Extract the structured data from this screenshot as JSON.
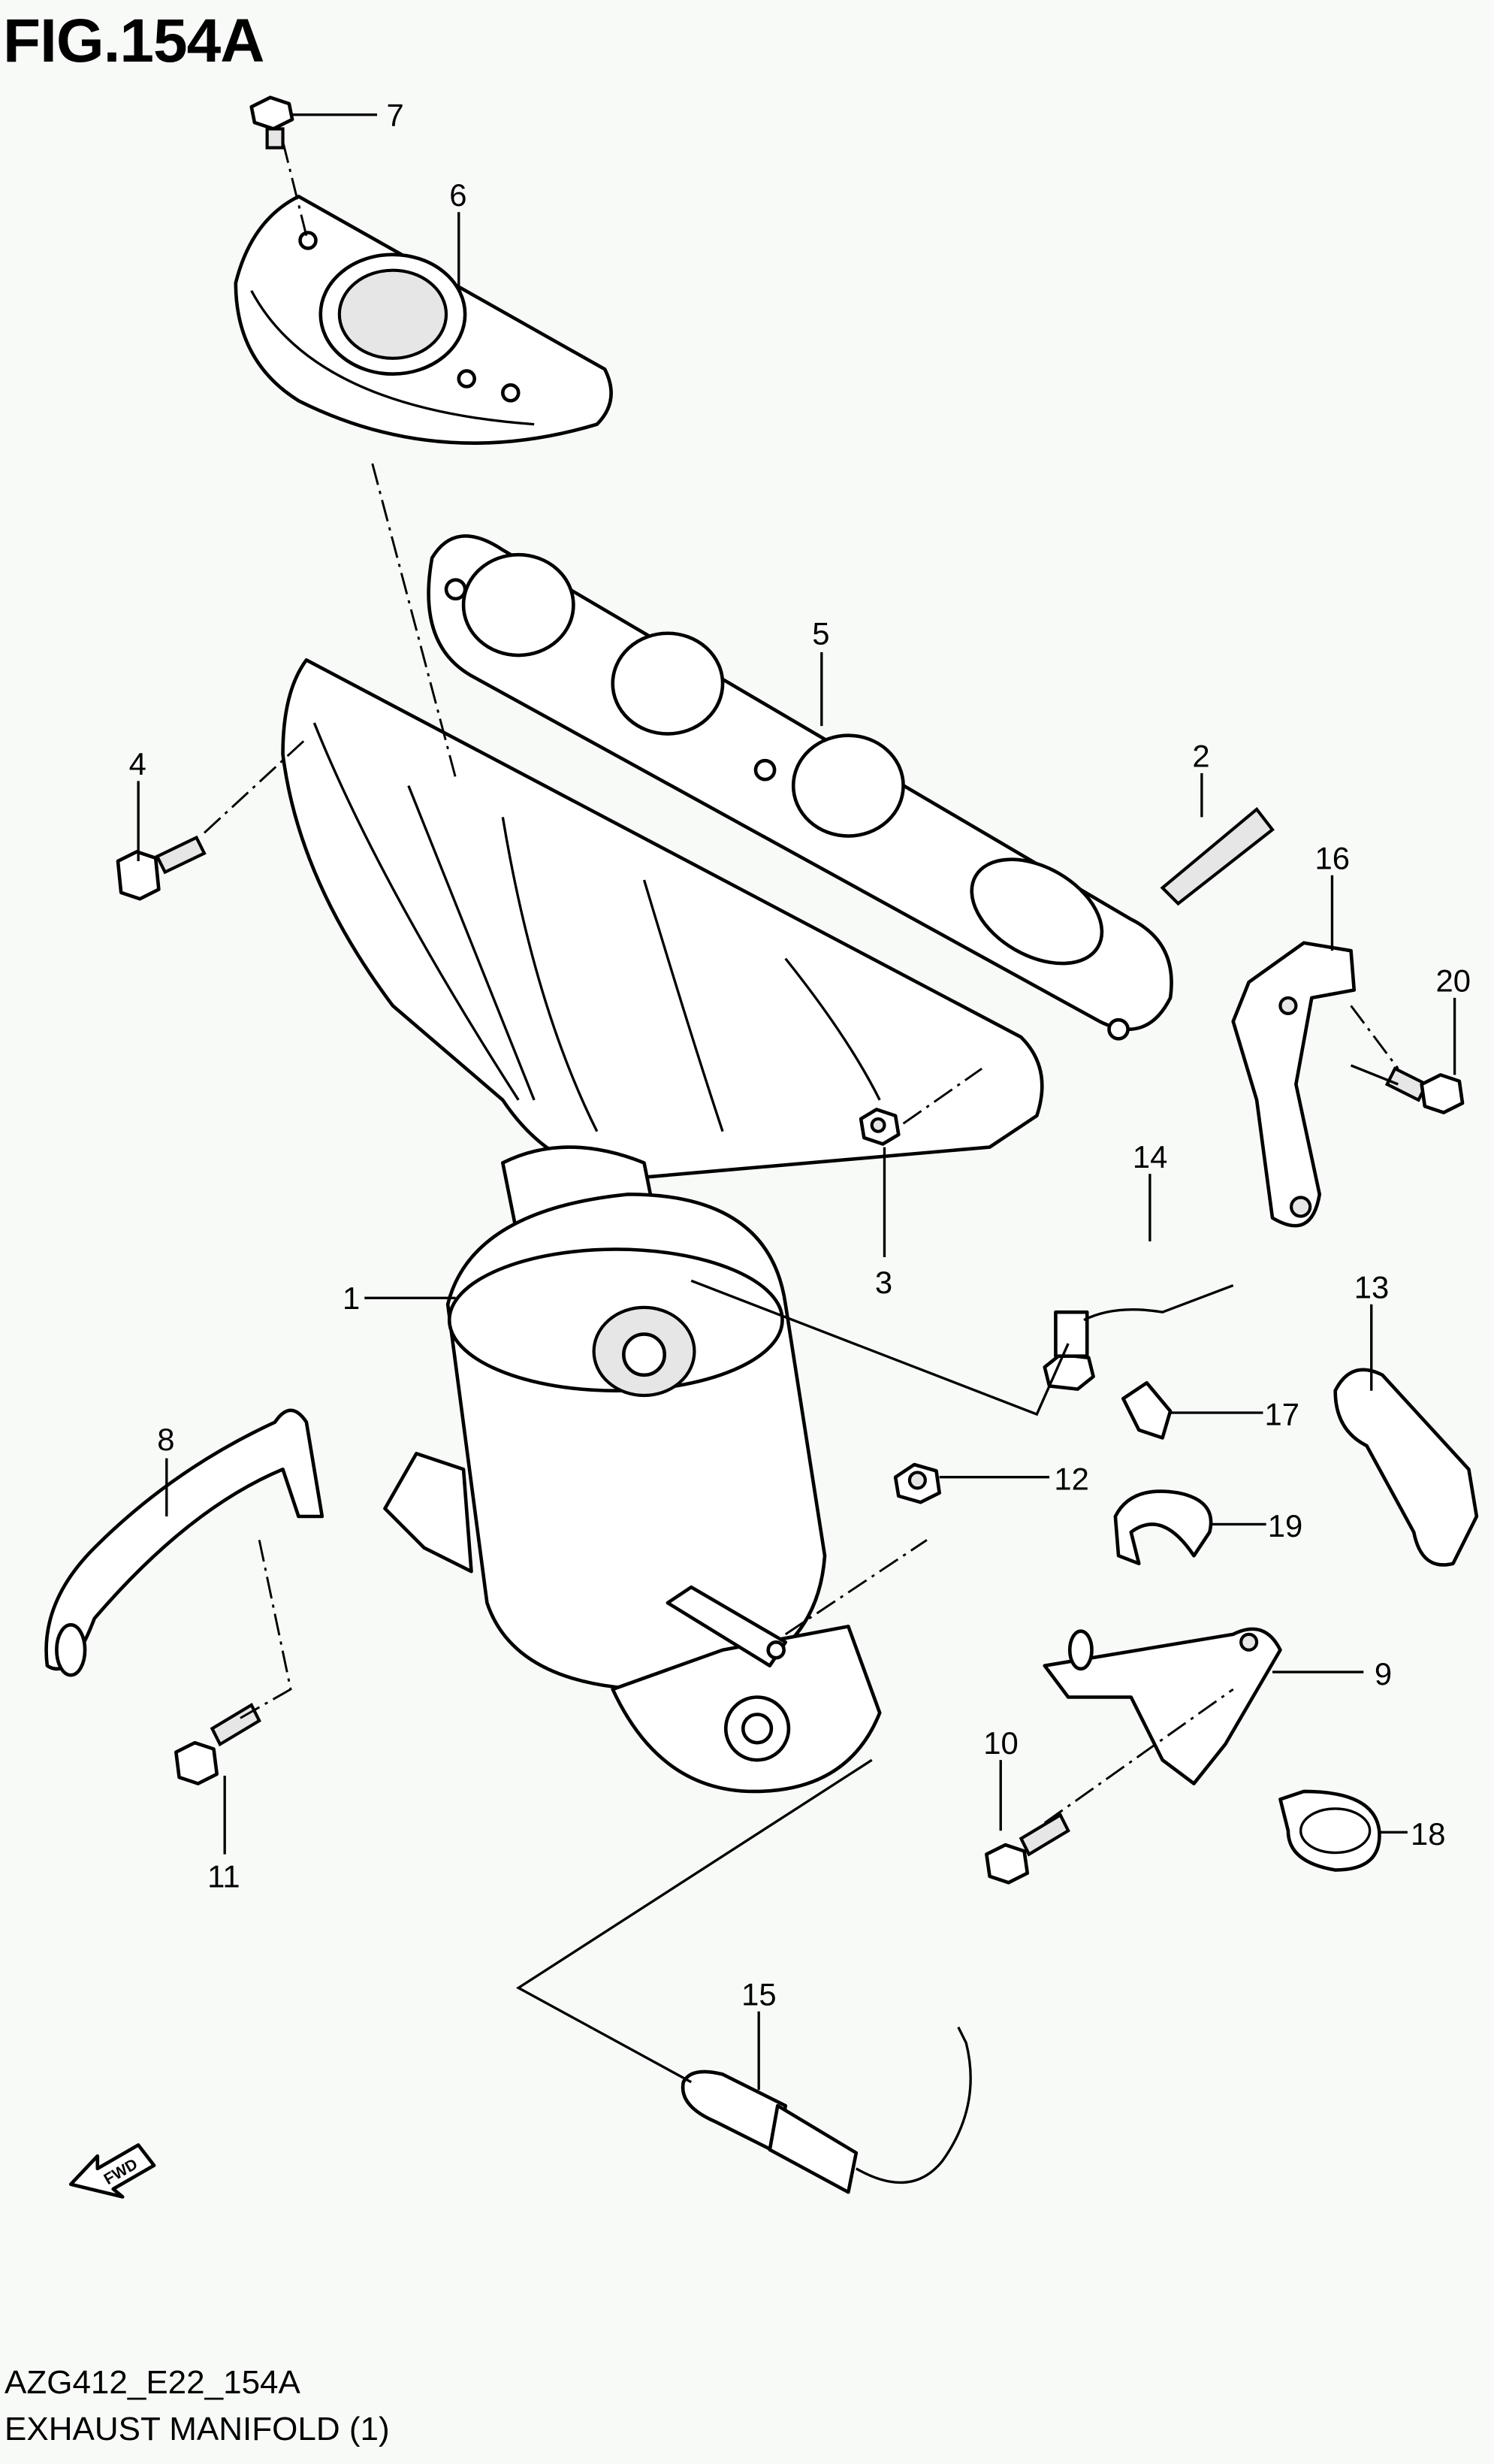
{
  "figure": {
    "title": "FIG.154A",
    "code": "AZG412_E22_154A",
    "name": "EXHAUST MANIFOLD (1)"
  },
  "fwd_label": "FWD",
  "callouts": [
    "1",
    "2",
    "3",
    "4",
    "5",
    "6",
    "7",
    "8",
    "9",
    "10",
    "11",
    "12",
    "13",
    "14",
    "15",
    "16",
    "17",
    "18",
    "19",
    "20"
  ]
}
